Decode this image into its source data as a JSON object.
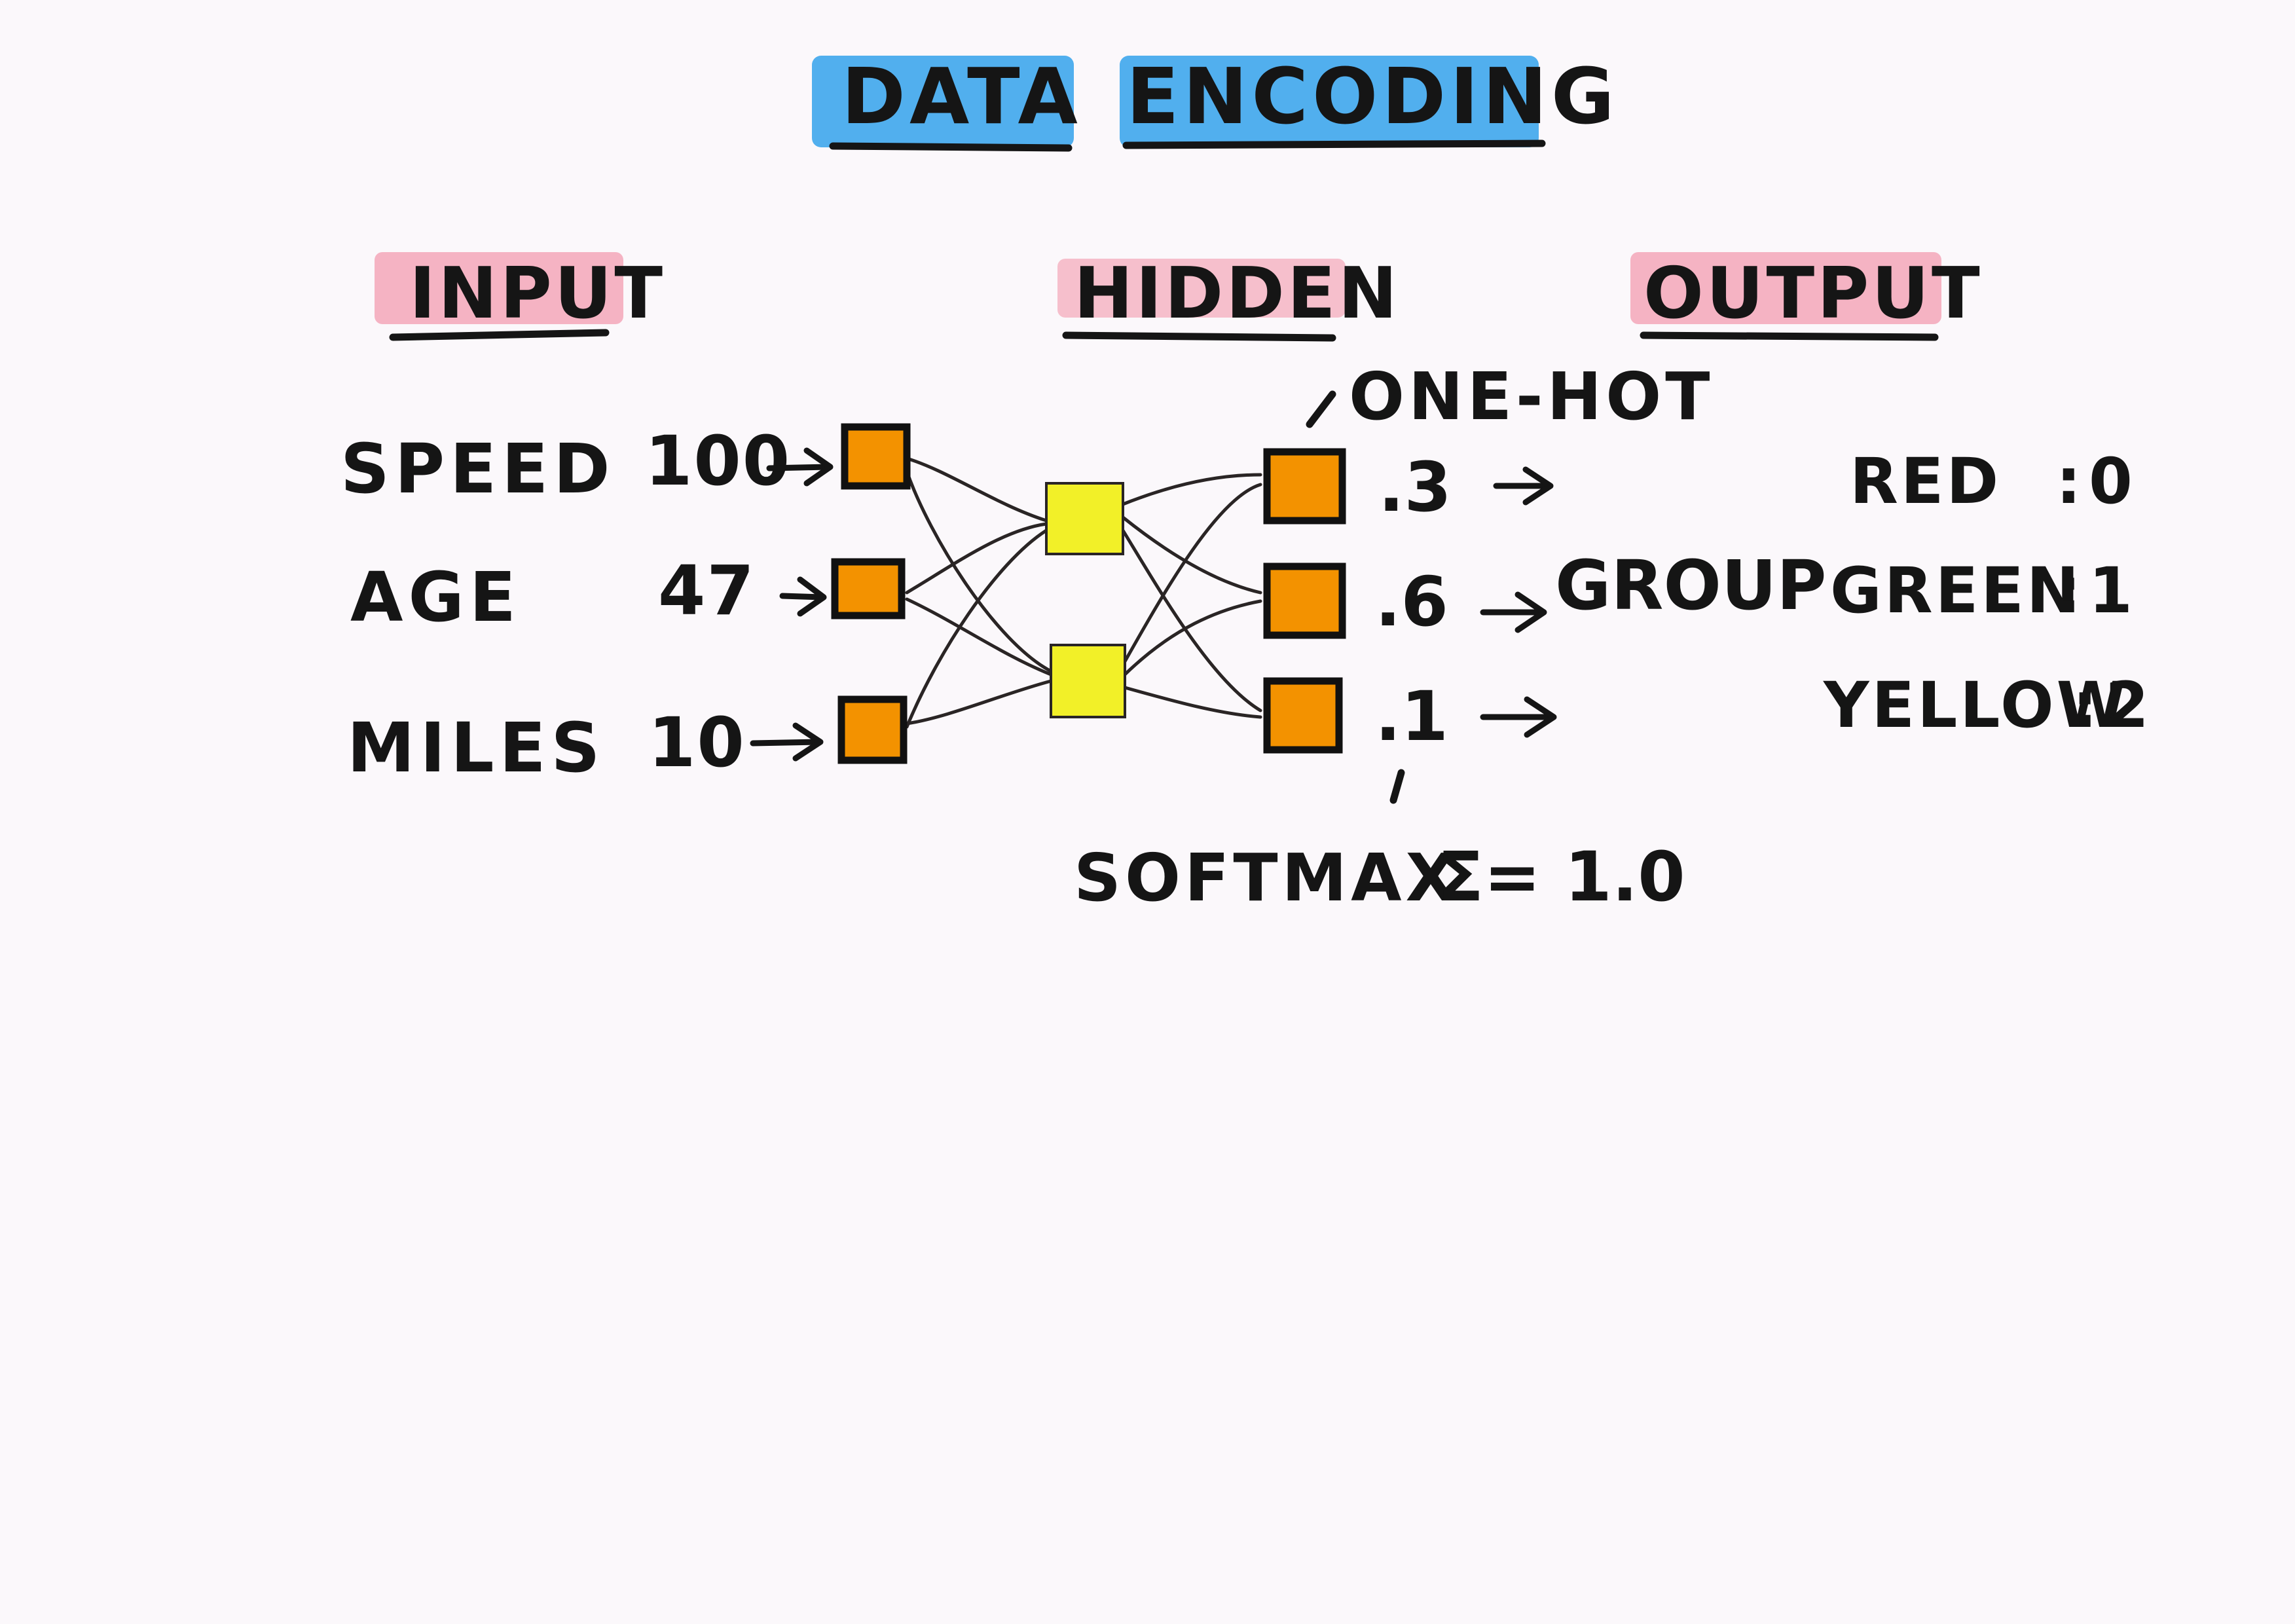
{
  "title": {
    "word1": "DATA",
    "word2": "ENCODING"
  },
  "headers": {
    "input": "INPUT",
    "hidden": "HIDDEN",
    "output": "OUTPUT"
  },
  "inputs": [
    {
      "label": "SPEED",
      "value": "100"
    },
    {
      "label": "AGE",
      "value": "47"
    },
    {
      "label": "MILES",
      "value": "10"
    }
  ],
  "outputs": [
    ".3",
    ".6",
    ".1"
  ],
  "group_label": "GROUP",
  "one_hot_label": "ONE-HOT",
  "softmax_label": "SOFTMAX",
  "sum_label": "Σ= 1.0",
  "class_map": [
    {
      "name": "RED",
      "sep": ":",
      "code": "0"
    },
    {
      "name": "GREEN",
      "sep": ":",
      "code": "1"
    },
    {
      "name": "YELLOW",
      "sep": ":",
      "code": "2"
    }
  ],
  "colors": {
    "title_highlight": "#3ea6ec",
    "header_highlight": "#f3a7b8",
    "input_node": "#f39200",
    "hidden_node": "#f2f028",
    "output_node": "#f39200",
    "ink": "#151515"
  }
}
